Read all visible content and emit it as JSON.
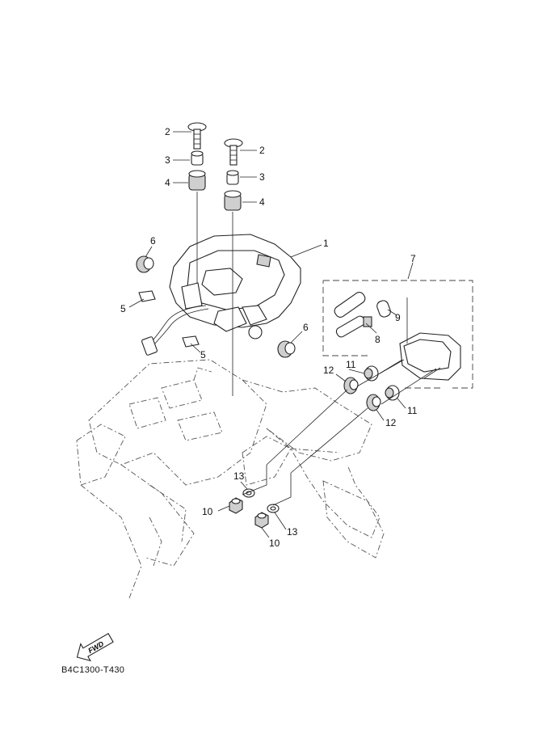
{
  "diagram_code": "B4C1300-T430",
  "fwd_label": "FWD",
  "callouts": {
    "c1": "1",
    "c2a": "2",
    "c2b": "2",
    "c3a": "3",
    "c3b": "3",
    "c4a": "4",
    "c4b": "4",
    "c5a": "5",
    "c5b": "5",
    "c6a": "6",
    "c6b": "6",
    "c7": "7",
    "c8": "8",
    "c9": "9",
    "c10a": "10",
    "c10b": "10",
    "c11a": "11",
    "c11b": "11",
    "c12a": "12",
    "c12b": "12",
    "c13a": "13",
    "c13b": "13"
  }
}
